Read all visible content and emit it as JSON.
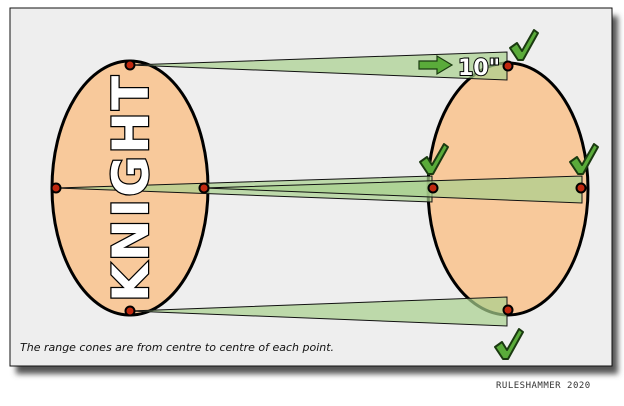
{
  "model_label": "KNIGHT",
  "range_label": "10\"",
  "caption": "The range cones are from centre to centre of each point.",
  "credit": "RULESHAMMER 2020",
  "colors": {
    "base": "#f8c99b",
    "cone": "#a8d08d",
    "check": "#5aab3a",
    "point": "#c0280f",
    "panel": "#eeeeee"
  }
}
